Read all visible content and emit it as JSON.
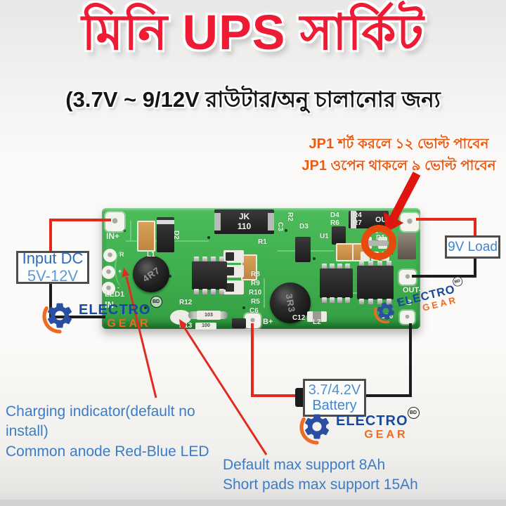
{
  "header": {
    "title": "মিনি UPS সার্কিট",
    "subtitle": "(3.7V ~ 9/12V রাউটার/অনু চালানোর জন্য"
  },
  "jp1_note": {
    "line1": "JP1 শর্ট করলে ১২ ভোল্ট পাবেন",
    "line2": "JP1 ওপেন থাকলে ৯ ভোল্ট পাবেন"
  },
  "callouts": {
    "input": {
      "line1": "Input DC",
      "line2": "5V-12V"
    },
    "load": {
      "label": "9V Load"
    },
    "battery": {
      "line1": "3.7/4.2V",
      "line2": "Battery"
    },
    "charging": {
      "line1": "Charging indicator(default no install)",
      "line2": "Common anode Red-Blue LED"
    },
    "capacity": {
      "line1": "Default max support 8Ah",
      "line2": "Short pads max support 15Ah"
    }
  },
  "brand": {
    "name1": "ELECTRO",
    "name2": "GEAR",
    "mark": "BD"
  },
  "board": {
    "labels": {
      "in_plus": "IN+",
      "pad_r": "R",
      "pad_plus": "+",
      "pad_minus": "-",
      "led1": "LED1",
      "in_minus": "IN-",
      "d1": "D1",
      "d2": "D2",
      "d3": "D3",
      "d4": "D4",
      "r1": "R1",
      "r2": "R2",
      "r4": "R4",
      "r5": "R5",
      "r6": "R6",
      "r7": "R7",
      "r8": "R8",
      "r9": "R9",
      "r10": "R10",
      "r12": "R12",
      "r13": "R13",
      "c3": "C3",
      "c6": "C6",
      "c10": "C10",
      "c12": "C12",
      "u1": "U1",
      "jp1": "JP1",
      "out_plus": "OUT+",
      "out_minus": "OUT-",
      "b": "B",
      "b_plus": "B+",
      "l1": "L1",
      "l2": "L2",
      "jk_line1": "JK",
      "jk_line2": "110",
      "ind1": "4R7",
      "ind2": "3R3",
      "res_a": "103",
      "res_b": "100"
    }
  },
  "colors": {
    "title_red": "#ee1b35",
    "note_orange": "#ee5a12",
    "annotation_blue": "#3b7cc7",
    "callout_blue": "#2e6cc2",
    "wire_red": "#e4281e",
    "wire_black": "#1c1c1c",
    "pcb_green": "#3fae4e",
    "highlight_ring": "#e8490c",
    "brand_blue": "#17489e",
    "brand_orange": "#f06a21"
  }
}
